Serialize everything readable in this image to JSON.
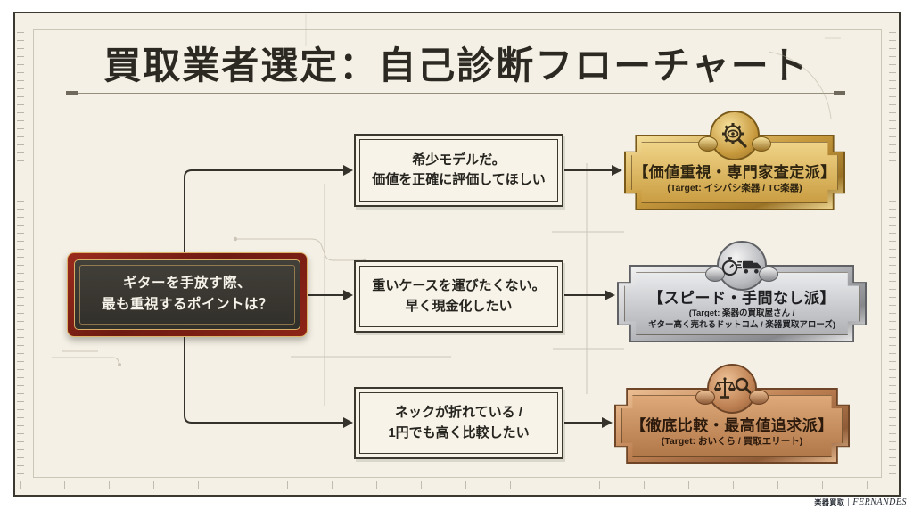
{
  "page": {
    "title": "買取業者選定：自己診断フローチャート"
  },
  "flowchart": {
    "question": {
      "line1": "ギターを手放す際、",
      "line2": "最も重視するポイントは？"
    },
    "options": [
      {
        "line1": "希少モデルだ。",
        "line2": "価値を正確に評価してほしい"
      },
      {
        "line1": "重いケースを運びたくない。",
        "line2": "早く現金化したい"
      },
      {
        "line1": "ネックが折れている /",
        "line2": "1円でも高く比較したい"
      }
    ],
    "results": [
      {
        "tier": "gold",
        "icon": "gear-eye-magnifier-icon",
        "name": "【価値重視・専門家査定派】",
        "target_line1": "(Target: イシバシ楽器 / TC楽器)"
      },
      {
        "tier": "silver",
        "icon": "stopwatch-truck-icon",
        "name": "【スピード・手間なし派】",
        "target_line1": "(Target: 楽器の買取屋さん /",
        "target_line2": "ギター高く売れるドットコム / 楽器買取アローズ)"
      },
      {
        "tier": "bronze",
        "icon": "scales-magnifier-icon",
        "name": "【徹底比較・最高値追求派】",
        "target_line1": "(Target: おいくら / 買取エリート)"
      }
    ]
  },
  "footer": {
    "brand_prefix": "楽器買取",
    "brand_name": "FERNANDES"
  },
  "colors": {
    "background": "#f4f0e5",
    "frame": "#3b382f",
    "connector": "#34322b",
    "question_frame_red": "#7c2016",
    "question_gold_trim": "#d8af66",
    "gold": "#c89a3e",
    "silver": "#b9babe",
    "bronze": "#bd8052"
  }
}
